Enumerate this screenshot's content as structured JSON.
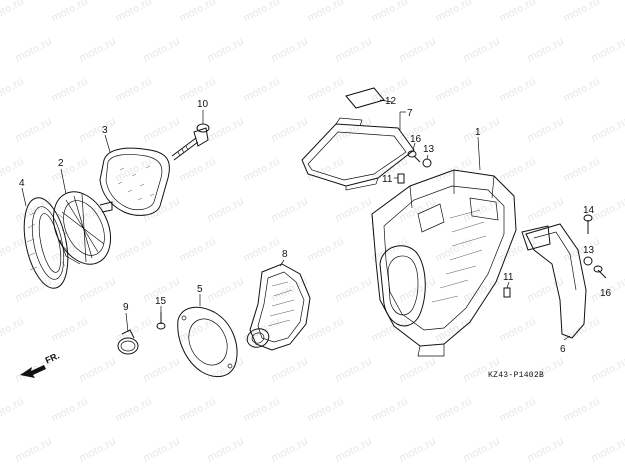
{
  "watermark": {
    "text": "moto.ru"
  },
  "callouts": [
    {
      "id": "p1",
      "label": "1"
    },
    {
      "id": "p2",
      "label": "2"
    },
    {
      "id": "p3",
      "label": "3"
    },
    {
      "id": "p4",
      "label": "4"
    },
    {
      "id": "p5",
      "label": "5"
    },
    {
      "id": "p6",
      "label": "6"
    },
    {
      "id": "p7",
      "label": "7"
    },
    {
      "id": "p8",
      "label": "8"
    },
    {
      "id": "p9",
      "label": "9"
    },
    {
      "id": "p10",
      "label": "10"
    },
    {
      "id": "p11a",
      "label": "11"
    },
    {
      "id": "p11b",
      "label": "11"
    },
    {
      "id": "p12",
      "label": "12"
    },
    {
      "id": "p13a",
      "label": "13"
    },
    {
      "id": "p13b",
      "label": "13"
    },
    {
      "id": "p14",
      "label": "14"
    },
    {
      "id": "p15",
      "label": "15"
    },
    {
      "id": "p16a",
      "label": "16"
    },
    {
      "id": "p16b",
      "label": "16"
    }
  ],
  "direction_marker": {
    "label": "FR."
  },
  "diagram_code": "KZ43-P1402B"
}
